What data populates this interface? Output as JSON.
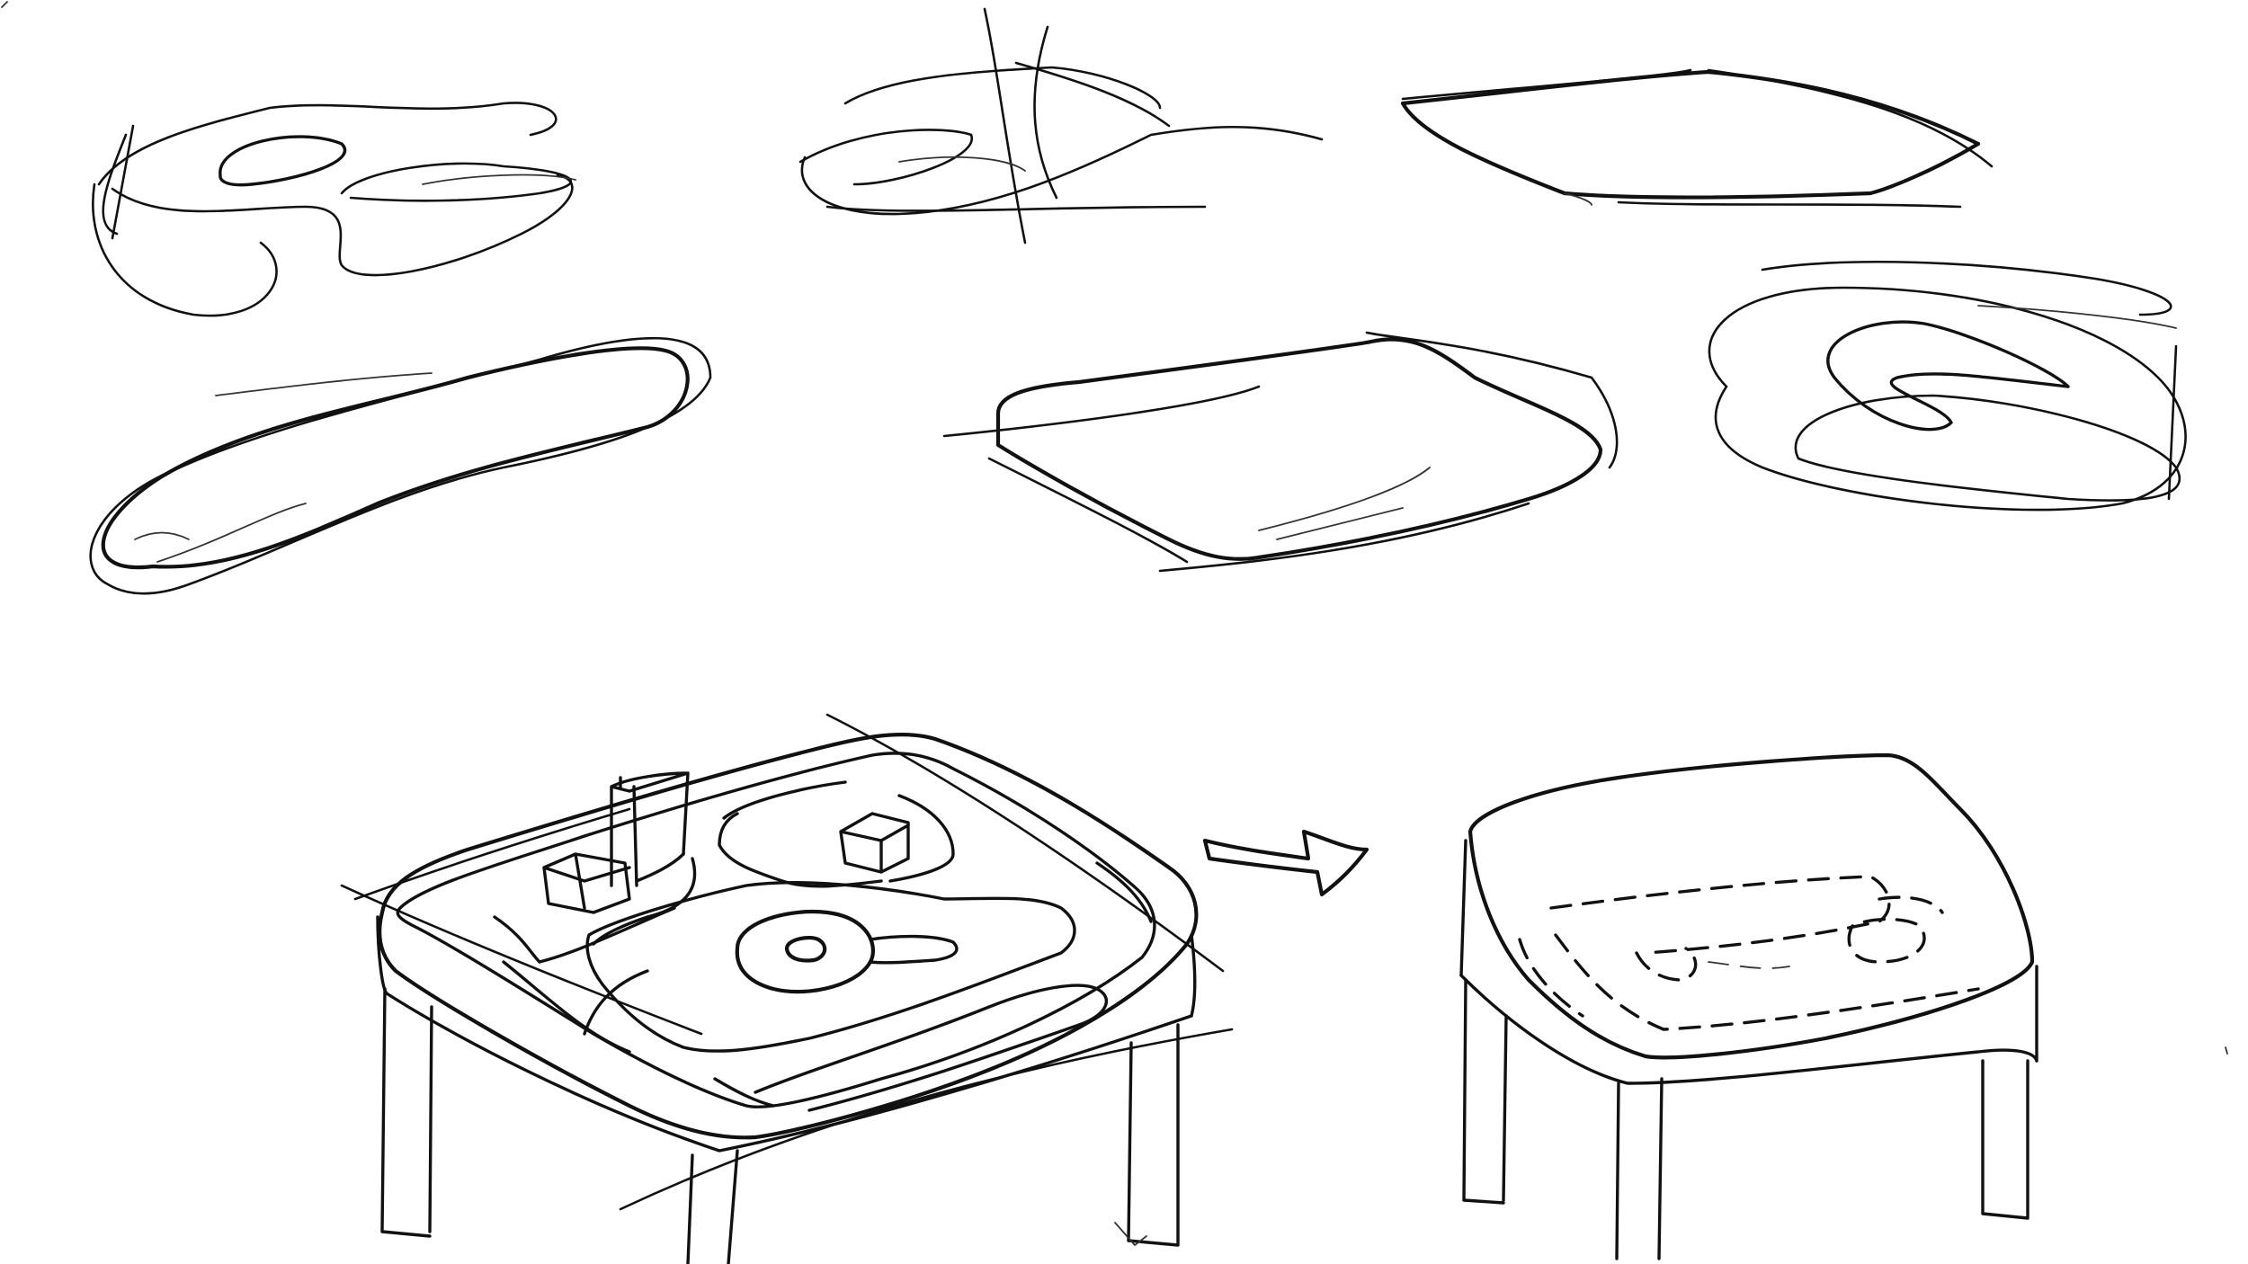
{
  "sheet": {
    "background_color": "#ffffff",
    "ink_color": "#111111",
    "sketches": [
      {
        "id": "scribble-top-left",
        "icon": "freehand-scribble"
      },
      {
        "id": "scribble-top-middle",
        "icon": "freehand-scribble"
      },
      {
        "id": "thin-slab-top-right",
        "icon": "slab-outline"
      },
      {
        "id": "kidney-slab-middle-left",
        "icon": "slab-outline"
      },
      {
        "id": "square-slab-middle",
        "icon": "slab-outline"
      },
      {
        "id": "scribble-middle-right",
        "icon": "freehand-scribble"
      },
      {
        "id": "play-table-with-tray",
        "icon": "table-perspective"
      },
      {
        "id": "transition-arrow",
        "icon": "arrow-right-icon"
      },
      {
        "id": "covered-table",
        "icon": "table-perspective"
      }
    ]
  }
}
